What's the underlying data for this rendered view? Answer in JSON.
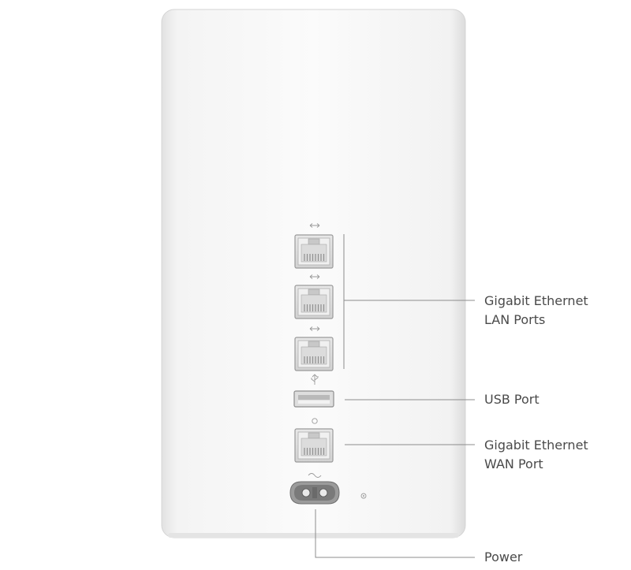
{
  "labels": {
    "lan": {
      "line1": "Gigabit Ethernet",
      "line2": "LAN Ports"
    },
    "usb": "USB Port",
    "wan": {
      "line1": "Gigabit Ethernet",
      "line2": "WAN Port"
    },
    "power": "Power"
  },
  "colors": {
    "body": "#f6f6f6",
    "edge": "#d4d4d4",
    "leader": "#8c8c8c",
    "label": "#4a4a4a",
    "port": "#9a9a9a"
  },
  "icons": {
    "lan_symbol": "double-arrow-icon",
    "usb_symbol": "usb-trident-icon",
    "wan_symbol": "circle-icon",
    "power_symbol": "tilde-icon",
    "status_light": "status-light-icon"
  }
}
